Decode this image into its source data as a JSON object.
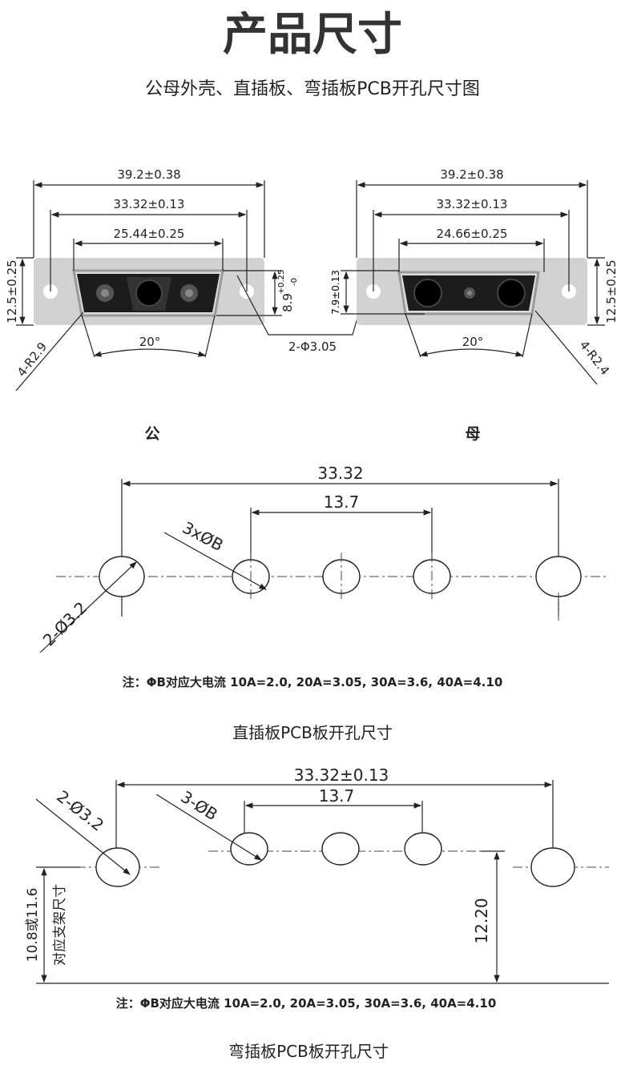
{
  "header": {
    "title": "产品尺寸",
    "subtitle": "公母外壳、直插板、弯插板PCB开孔尺寸图"
  },
  "male": {
    "label": "公",
    "overall": "39.2±0.38",
    "pitch": "33.32±0.13",
    "shell": "25.44±0.25",
    "height": "12.5±0.25",
    "shell_height": "8.9",
    "shell_height_tol_plus": "+0.25",
    "shell_height_tol_minus": "-0",
    "radius": "4-R2.9",
    "angle": "20°"
  },
  "mount_hole": "2-Φ3.05",
  "female": {
    "label": "母",
    "overall": "39.2±0.38",
    "pitch": "33.32±0.13",
    "shell": "24.66±0.25",
    "height": "12.5±0.25",
    "shell_height": "7.9±0.13",
    "radius": "4-R2.4",
    "angle": "20°"
  },
  "straight": {
    "pitch": "33.32",
    "contact_pitch": "13.7",
    "contact_holes": "3xØB",
    "mount_holes": "2-Ø3.2",
    "note": "注：ΦB对应大电流 10A=2.0, 20A=3.05, 30A=3.6, 40A=4.10",
    "title": "直插板PCB板开孔尺寸"
  },
  "right_angle": {
    "pitch": "33.32±0.13",
    "contact_pitch": "13.7",
    "contact_holes": "3-ØB",
    "mount_holes": "2-Ø3.2",
    "height": "12.20",
    "bracket_height": "10.8或11.6",
    "bracket_label": "对应支架尺寸",
    "note": "注：ΦB对应大电流 10A=2.0, 20A=3.05, 30A=3.6, 40A=4.10",
    "title": "弯插板PCB板开孔尺寸"
  }
}
